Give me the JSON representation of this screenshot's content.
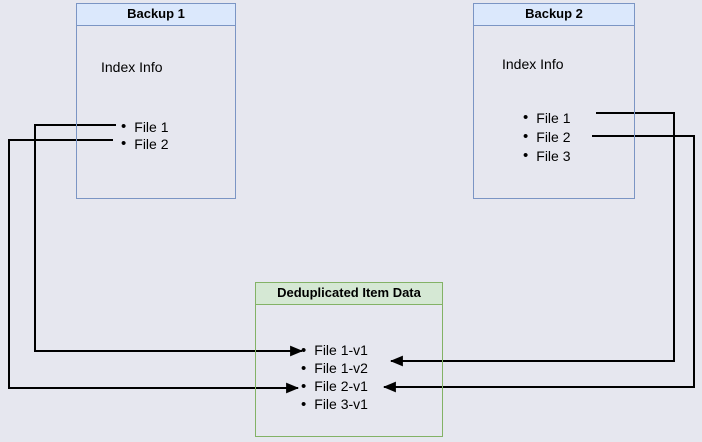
{
  "diagram": {
    "description": "backup-deduplication-diagram",
    "colors": {
      "background": "#e6e7ef",
      "blue_border": "#7b95c4",
      "blue_header_fill": "#dbe8fc",
      "green_border": "#83b266",
      "green_header_fill": "#d5e8d4",
      "arrow": "#000000"
    },
    "boxes": {
      "backup1": {
        "title": "Backup 1",
        "index_label": "Index Info",
        "items": [
          "File 1",
          "File 2"
        ]
      },
      "backup2": {
        "title": "Backup 2",
        "index_label": "Index Info",
        "items": [
          "File 1",
          "File 2",
          "File 3"
        ]
      },
      "dedup": {
        "title": "Deduplicated Item Data",
        "items": [
          "File 1-v1",
          "File 1-v2",
          "File 2-v1",
          "File 3-v1"
        ]
      }
    },
    "connections": [
      {
        "from": "Backup 1 / File 1",
        "to": "File 1-v1"
      },
      {
        "from": "Backup 1 / File 2",
        "to": "File 2-v1"
      },
      {
        "from": "Backup 2 / File 1",
        "to": "File 1-v2"
      },
      {
        "from": "Backup 2 / File 2",
        "to": "File 2-v1"
      }
    ]
  }
}
